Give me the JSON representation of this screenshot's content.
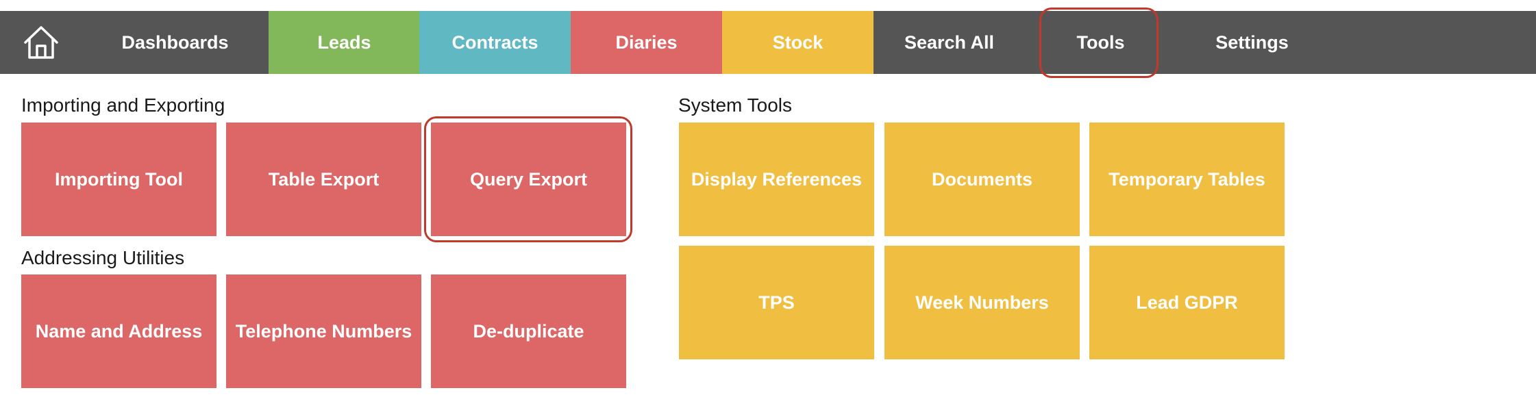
{
  "nav": {
    "home_icon": "home-icon",
    "items": [
      {
        "label": "Dashboards",
        "color": "#555555"
      },
      {
        "label": "Leads",
        "color": "#82b85a"
      },
      {
        "label": "Contracts",
        "color": "#60b8c3"
      },
      {
        "label": "Diaries",
        "color": "#dd6666"
      },
      {
        "label": "Stock",
        "color": "#f0bf42"
      },
      {
        "label": "Search All",
        "color": "#555555"
      },
      {
        "label": "Tools",
        "color": "#555555"
      },
      {
        "label": "Settings",
        "color": "#555555"
      }
    ],
    "highlighted": "Tools",
    "highlight_color": "#c0392b"
  },
  "sections": {
    "importing": {
      "title": "Importing and Exporting",
      "tiles": [
        "Importing Tool",
        "Table Export",
        "Query Export"
      ],
      "highlighted": "Query Export"
    },
    "addressing": {
      "title": "Addressing Utilities",
      "tiles": [
        "Name and Address",
        "Telephone Numbers",
        "De-duplicate"
      ]
    },
    "system": {
      "title": "System Tools",
      "tiles": [
        "Display References",
        "Documents",
        "Temporary Tables",
        "TPS",
        "Week Numbers",
        "Lead GDPR"
      ]
    }
  },
  "colors": {
    "nav_bg": "#555555",
    "tile_red": "#dd6666",
    "tile_yellow": "#f0bf42"
  }
}
